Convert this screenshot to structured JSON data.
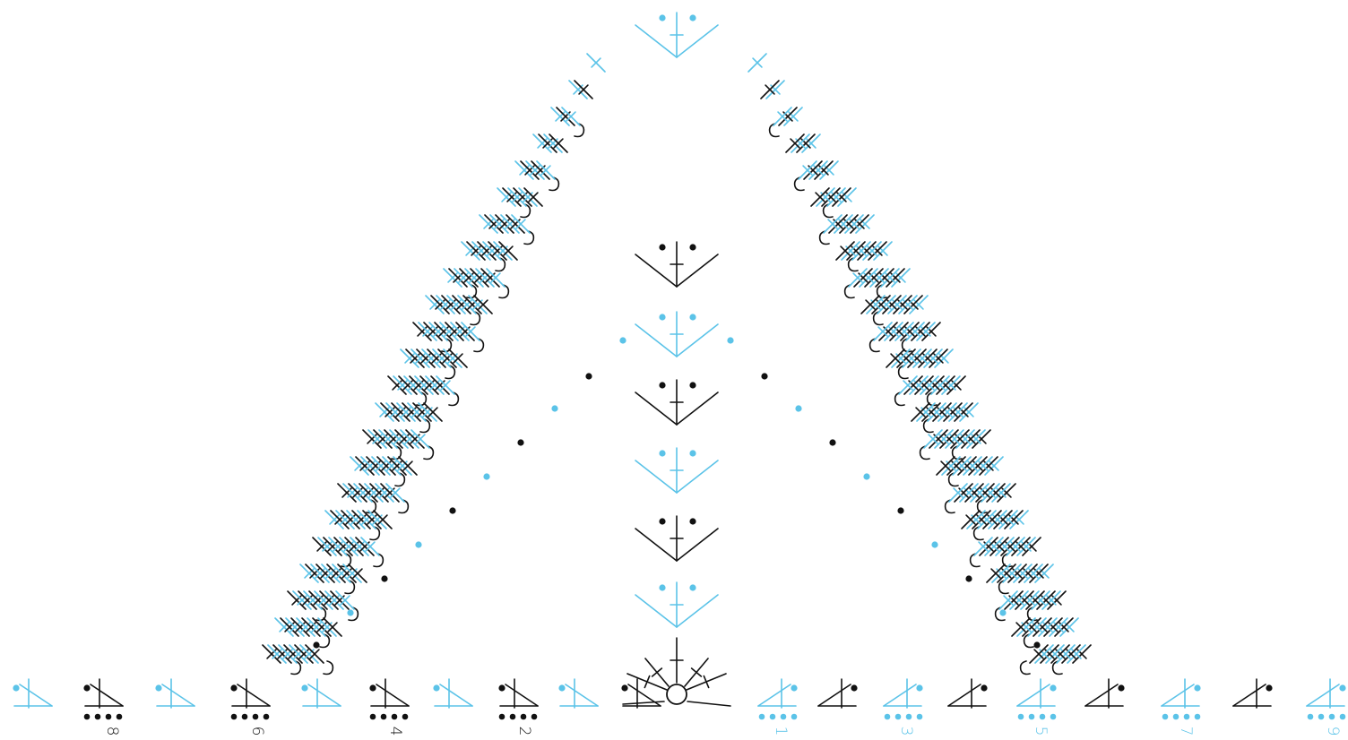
{
  "diagram": {
    "colors": {
      "primary": "#111111",
      "accent": "#5bc3e8",
      "background": "#ffffff"
    },
    "row_labels": {
      "left": [
        "8",
        "6",
        "4",
        "2"
      ],
      "right": [
        "1",
        "3",
        "5",
        "7",
        "9"
      ]
    },
    "symbols": [
      "chain-stitch",
      "double-crochet",
      "treble-crochet",
      "shell-arc",
      "dot",
      "magic-ring",
      "triangle-increase"
    ]
  }
}
